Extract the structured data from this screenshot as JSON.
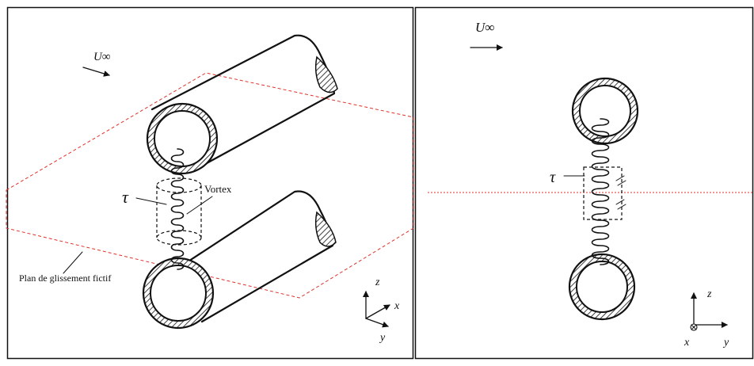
{
  "left_panel": {
    "flow_label": "U∞",
    "stress_label": "τ",
    "vortex_label": "Vortex",
    "plane_label": "Plan de glissement fictif",
    "axes": {
      "z": "z",
      "x": "x",
      "y": "y"
    }
  },
  "right_panel": {
    "flow_label": "U∞",
    "stress_label": "τ",
    "axes": {
      "z": "z",
      "x": "x",
      "y": "y"
    }
  },
  "colors": {
    "ink": "#111111",
    "plane": "#e0322b",
    "background": "#ffffff"
  }
}
